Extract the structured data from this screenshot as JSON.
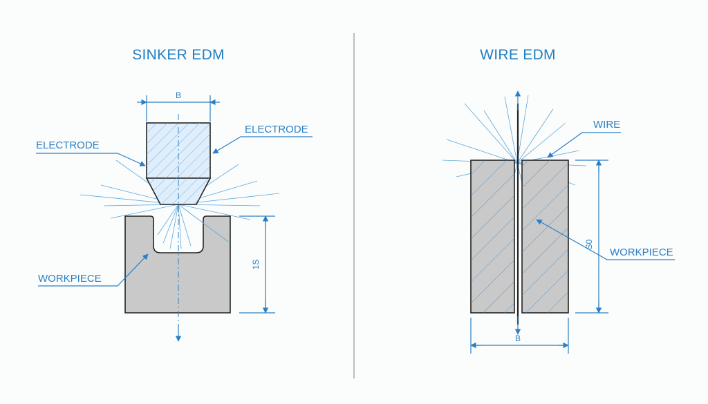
{
  "left": {
    "title": "SINKER EDM",
    "electrode_label_left": "ELECTRODE",
    "electrode_label_right": "ELECTRODE",
    "workpiece_label": "WORKPIECE",
    "width_dim": "B",
    "height_dim": "1S"
  },
  "right": {
    "title": "WIRE EDM",
    "wire_label": "WIRE",
    "workpiece_label": "WORKPIECE",
    "width_dim": "B",
    "height_dim": "S0"
  },
  "colors": {
    "accent": "#2a7fc4",
    "workpiece_fill": "#c9c9c9",
    "electrode_fill": "#dfeefa",
    "outline": "#222222"
  }
}
